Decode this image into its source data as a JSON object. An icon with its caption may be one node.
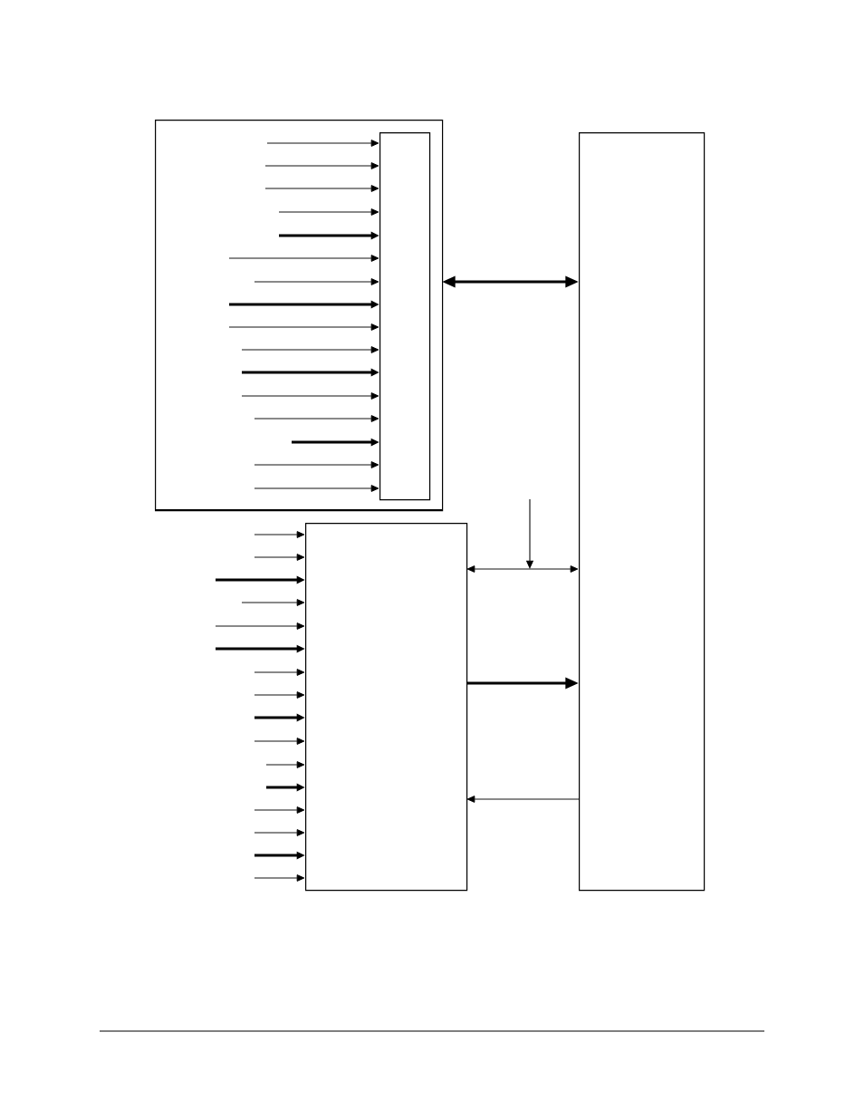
{
  "diagram": {
    "nodes": [
      {
        "text": [],
        "shape": "box"
      },
      {
        "text": [],
        "shape": "box",
        "in": 0
      },
      {
        "text": [],
        "shape": "box"
      },
      {
        "text": [],
        "shape": "box"
      }
    ],
    "edges": [
      {
        "from": null,
        "to": 1,
        "arrow": "to"
      },
      {
        "from": null,
        "to": 1,
        "arrow": "to"
      },
      {
        "from": null,
        "to": 1,
        "arrow": "to"
      },
      {
        "from": null,
        "to": 1,
        "arrow": "to"
      },
      {
        "from": null,
        "to": 1,
        "arrow": "to",
        "style": "thick"
      },
      {
        "from": null,
        "to": 1,
        "arrow": "to"
      },
      {
        "from": null,
        "to": 1,
        "arrow": "to"
      },
      {
        "from": null,
        "to": 1,
        "arrow": "to",
        "style": "thick"
      },
      {
        "from": null,
        "to": 1,
        "arrow": "to"
      },
      {
        "from": null,
        "to": 1,
        "arrow": "to"
      },
      {
        "from": null,
        "to": 1,
        "arrow": "to",
        "style": "thick"
      },
      {
        "from": null,
        "to": 1,
        "arrow": "to"
      },
      {
        "from": null,
        "to": 1,
        "arrow": "to"
      },
      {
        "from": null,
        "to": 1,
        "arrow": "to",
        "style": "thick"
      },
      {
        "from": null,
        "to": 1,
        "arrow": "to"
      },
      {
        "from": null,
        "to": 1,
        "arrow": "to"
      },
      {
        "from": null,
        "to": 2,
        "arrow": "to"
      },
      {
        "from": null,
        "to": 2,
        "arrow": "to"
      },
      {
        "from": null,
        "to": 2,
        "arrow": "to",
        "style": "thick"
      },
      {
        "from": null,
        "to": 2,
        "arrow": "to"
      },
      {
        "from": null,
        "to": 2,
        "arrow": "to"
      },
      {
        "from": null,
        "to": 2,
        "arrow": "to",
        "style": "thick"
      },
      {
        "from": null,
        "to": 2,
        "arrow": "to"
      },
      {
        "from": null,
        "to": 2,
        "arrow": "to"
      },
      {
        "from": null,
        "to": 2,
        "arrow": "to",
        "style": "thick"
      },
      {
        "from": null,
        "to": 2,
        "arrow": "to"
      },
      {
        "from": null,
        "to": 2,
        "arrow": "to"
      },
      {
        "from": null,
        "to": 2,
        "arrow": "to",
        "style": "thick"
      },
      {
        "from": null,
        "to": 2,
        "arrow": "to"
      },
      {
        "from": null,
        "to": 2,
        "arrow": "to"
      },
      {
        "from": null,
        "to": 2,
        "arrow": "to",
        "style": "thick"
      },
      {
        "from": null,
        "to": 2,
        "arrow": "to"
      },
      {
        "from": 0,
        "to": 3,
        "arrow": "both",
        "style": "thick"
      },
      {
        "from": 2,
        "to": 3,
        "arrow": "both"
      },
      {
        "from": 2,
        "to": 3,
        "arrow": "to",
        "style": "thick"
      },
      {
        "from": 3,
        "to": 2,
        "arrow": "to"
      }
    ]
  }
}
